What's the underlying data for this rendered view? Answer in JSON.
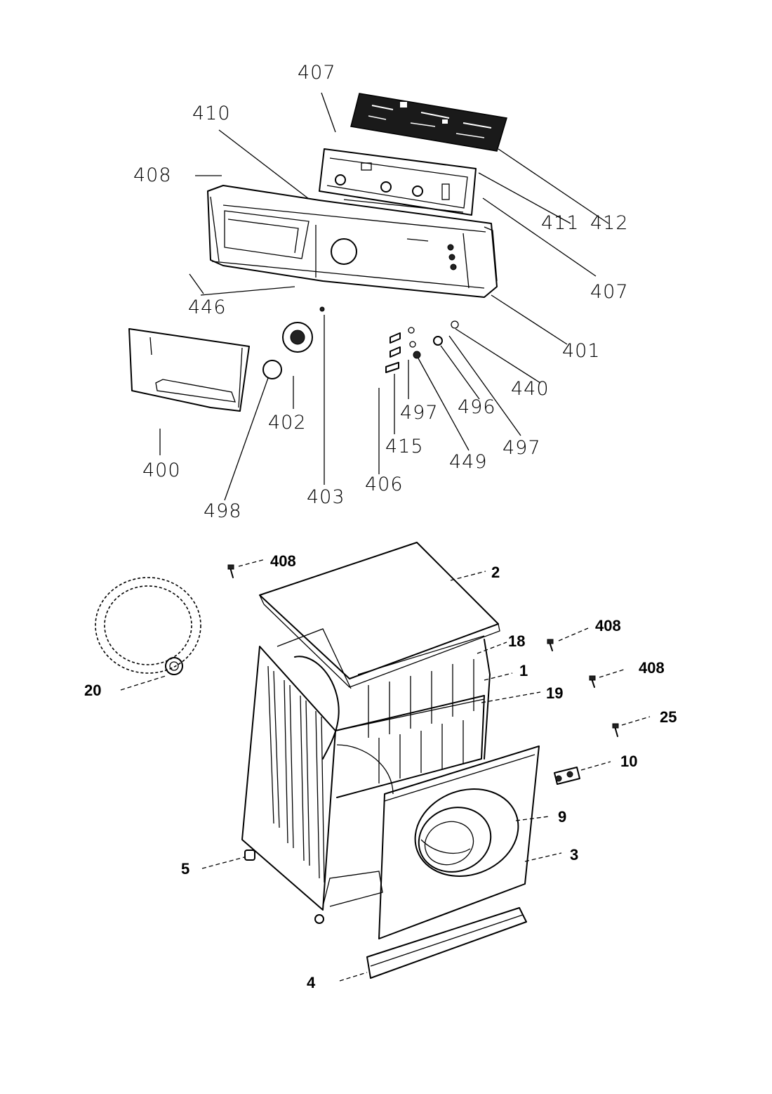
{
  "labels": {
    "p407_top": "407",
    "p410": "410",
    "p408_top": "408",
    "p411": "411",
    "p412": "412",
    "p407_right": "407",
    "p446": "446",
    "p401": "401",
    "p440": "440",
    "p496": "496",
    "p497_right": "497",
    "p497_mid": "497",
    "p415": "415",
    "p449": "449",
    "p406": "406",
    "p402": "402",
    "p400": "400",
    "p498": "498",
    "p403": "403",
    "b408_a": "408",
    "b2": "2",
    "b408_b": "408",
    "b18": "18",
    "b408_c": "408",
    "b1": "1",
    "b19": "19",
    "b20": "20",
    "b25": "25",
    "b10": "10",
    "b9": "9",
    "b3": "3",
    "b5": "5",
    "b4": "4"
  }
}
